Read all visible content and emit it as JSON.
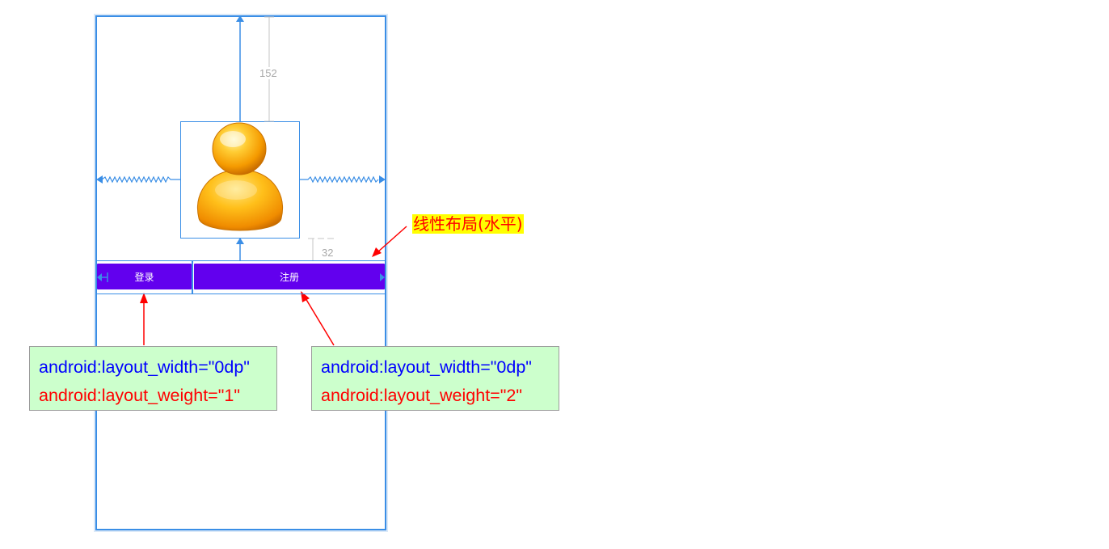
{
  "design_view": {
    "top_margin_value": "152",
    "bottom_margin_value": "32",
    "buttons": [
      {
        "label": "登录"
      },
      {
        "label": "注册"
      }
    ]
  },
  "annotations": {
    "layout_note": "线性布局(水平)",
    "left_callout": {
      "width_attr": "android:layout_width=\"0dp\"",
      "weight_attr": "android:layout_weight=\"1\""
    },
    "right_callout": {
      "width_attr": "android:layout_width=\"0dp\"",
      "weight_attr": "android:layout_weight=\"2\""
    }
  },
  "icons": {
    "avatar": "user-avatar-icon"
  },
  "colors": {
    "button_bg": "#6200ee",
    "constraint_blue": "#3a8ee6",
    "arrow_red": "#ff0000",
    "callout_bg": "#ccffcc",
    "note_bg": "#ffff00"
  }
}
